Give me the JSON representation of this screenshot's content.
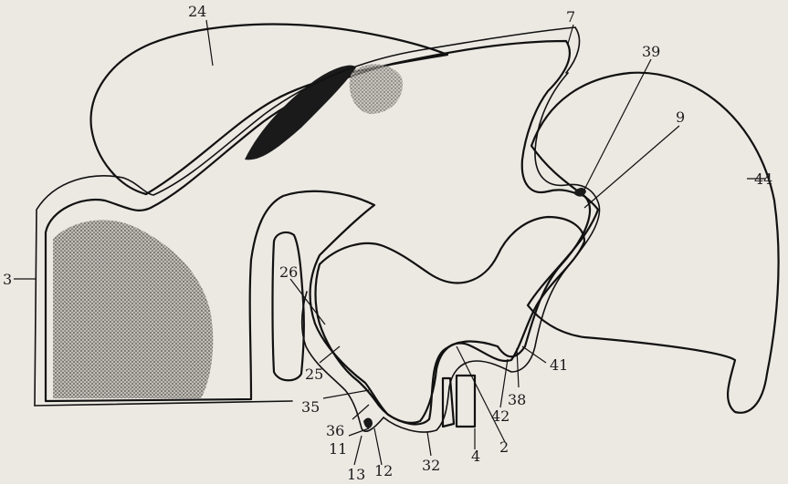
{
  "figure": {
    "labels": [
      "24",
      "7",
      "39",
      "9",
      "44",
      "3",
      "26",
      "25",
      "35",
      "36",
      "11",
      "13",
      "12",
      "32",
      "4",
      "2",
      "42",
      "38",
      "41"
    ]
  },
  "colors": {
    "background": "#ece9e3",
    "ink": "#111111",
    "stipple": "#6b6b6b"
  }
}
